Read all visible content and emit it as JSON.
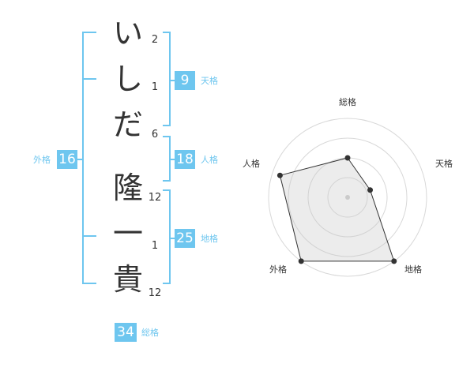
{
  "name_chars": [
    "い",
    "し",
    "だ",
    "隆",
    "一",
    "貴"
  ],
  "strokes": [
    "2",
    "1",
    "6",
    "12",
    "1",
    "12"
  ],
  "kakusu": {
    "tenkaku": {
      "value": "9",
      "label": "天格"
    },
    "jinkaku": {
      "value": "18",
      "label": "人格"
    },
    "chikaku": {
      "value": "25",
      "label": "地格"
    },
    "gaikaku": {
      "value": "16",
      "label": "外格"
    },
    "soukaku": {
      "value": "34",
      "label": "総格"
    }
  },
  "colors": {
    "accent": "#6ec6ef",
    "text": "#333333"
  },
  "chart_data": {
    "type": "radar",
    "axes": [
      "総格",
      "天格",
      "地格",
      "外格",
      "人格"
    ],
    "values": [
      0.5,
      0.3,
      1.0,
      1.0,
      0.9
    ],
    "rings": 4,
    "grid": true
  }
}
